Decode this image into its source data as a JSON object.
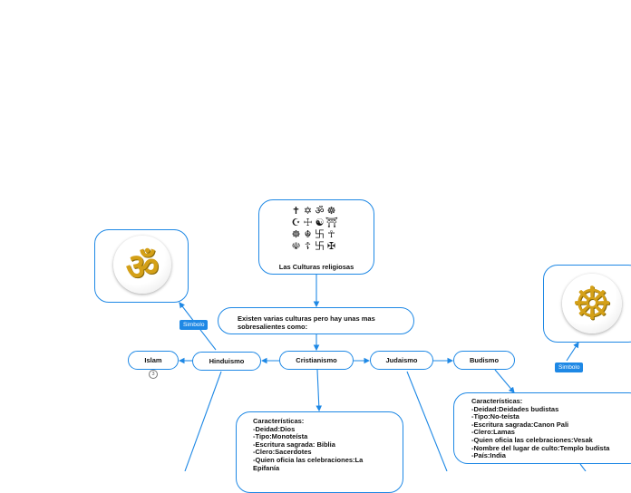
{
  "root": {
    "title": "Las Culturas religiosas",
    "glyphs": [
      "✝",
      "✡",
      "ॐ",
      "☸",
      "☪",
      "☩",
      "☯",
      "⛩",
      "☸",
      "☬",
      "卐",
      "☥",
      "☫",
      "☦",
      "卐",
      "✠"
    ]
  },
  "intro": "Existen varias culturas pero hay unas mas sobresalientes como:",
  "nodes": {
    "cristianismo": "Cristianismo",
    "hinduismo": "Hinduismo",
    "islam": "Islam",
    "judaismo": "Judaismo",
    "budismo": "Budismo"
  },
  "badges": {
    "hindu_symbol": "Simbolo",
    "budismo_symbol": "Simbolo"
  },
  "islam_counter": "3",
  "cristianismo_details": "Características:\n-Deidad:Dios\n-Tipo:Monoteísta\n-Escritura sagrada: Biblia\n-Clero:Sacerdotes\n-Quien oficia las celebraciones:La\nEpifanía",
  "budismo_details": "Características:\n-Deidad:Deidades budistas\n-Tipo:No-teísta\n-Escritura sagrada:Canon Pali\n-Clero:Lamas\n-Quien oficia las celebraciones:Vesak\n-Nombre del lugar de culto:Templo budista\n-País:India",
  "symbols": {
    "om": "ॐ",
    "dharma_wheel": "☸"
  },
  "colors": {
    "accent": "#1e88e5",
    "gold": "#d4a017"
  }
}
